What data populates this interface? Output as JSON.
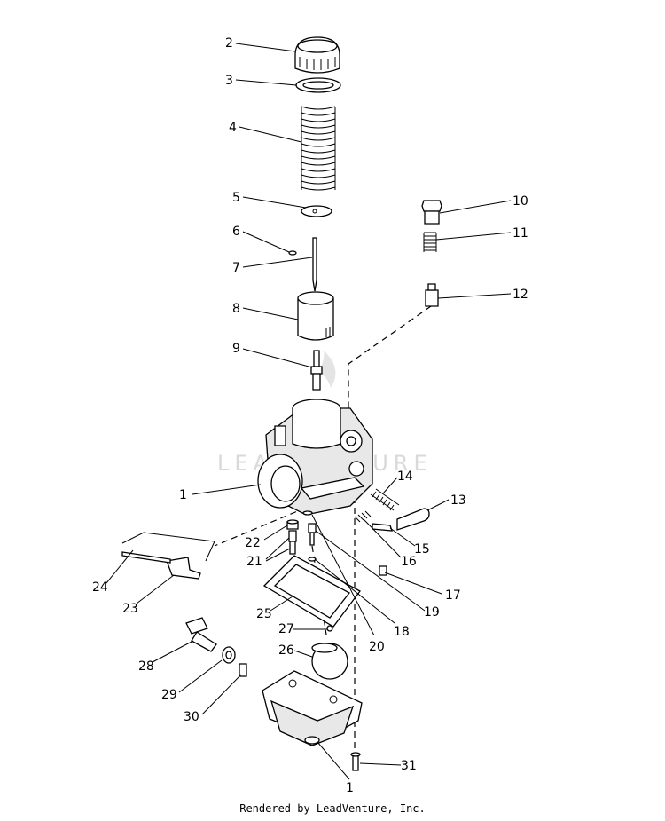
{
  "diagram": {
    "watermark": "LEADVENTURE",
    "footer": "Rendered by LeadVenture, Inc.",
    "callouts": [
      {
        "id": "c2",
        "label": "2"
      },
      {
        "id": "c3",
        "label": "3"
      },
      {
        "id": "c4",
        "label": "4"
      },
      {
        "id": "c5",
        "label": "5"
      },
      {
        "id": "c6",
        "label": "6"
      },
      {
        "id": "c7",
        "label": "7"
      },
      {
        "id": "c8",
        "label": "8"
      },
      {
        "id": "c9",
        "label": "9"
      },
      {
        "id": "c10",
        "label": "10"
      },
      {
        "id": "c11",
        "label": "11"
      },
      {
        "id": "c12",
        "label": "12"
      },
      {
        "id": "c1a",
        "label": "1"
      },
      {
        "id": "c13",
        "label": "13"
      },
      {
        "id": "c14",
        "label": "14"
      },
      {
        "id": "c15",
        "label": "15"
      },
      {
        "id": "c16",
        "label": "16"
      },
      {
        "id": "c17",
        "label": "17"
      },
      {
        "id": "c18",
        "label": "18"
      },
      {
        "id": "c19",
        "label": "19"
      },
      {
        "id": "c20",
        "label": "20"
      },
      {
        "id": "c21",
        "label": "21"
      },
      {
        "id": "c22",
        "label": "22"
      },
      {
        "id": "c23",
        "label": "23"
      },
      {
        "id": "c24",
        "label": "24"
      },
      {
        "id": "c25",
        "label": "25"
      },
      {
        "id": "c26",
        "label": "26"
      },
      {
        "id": "c27",
        "label": "27"
      },
      {
        "id": "c28",
        "label": "28"
      },
      {
        "id": "c29",
        "label": "29"
      },
      {
        "id": "c30",
        "label": "30"
      },
      {
        "id": "c31",
        "label": "31"
      },
      {
        "id": "c1b",
        "label": "1"
      }
    ]
  }
}
